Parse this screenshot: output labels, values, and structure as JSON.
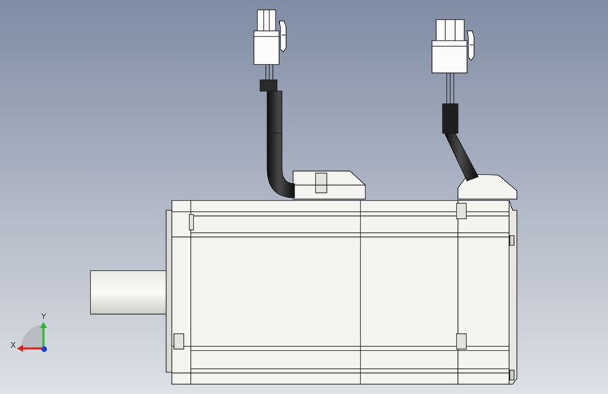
{
  "viewport": {
    "background_top": "#7f8ca4",
    "background_bottom": "#dee1e6",
    "model": "servo-motor-side-view"
  },
  "colors": {
    "body_fill": "#f4f4f1",
    "body_shade": "#d9d9d4",
    "outline": "#1a1a1a",
    "cable": "#1c1c1c",
    "axis_x": "#d9261c",
    "axis_y": "#2eb82e",
    "axis_z": "#1f3fd6"
  },
  "triad": {
    "x_label": "X",
    "y_label": "Y",
    "icon": "coordinate-triad-icon"
  }
}
